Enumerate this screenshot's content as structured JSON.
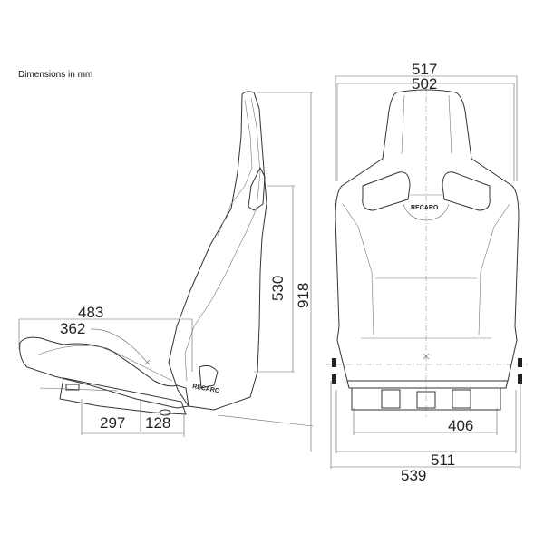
{
  "caption": "Dimensions in mm",
  "side_view": {
    "dimensions": {
      "overall_depth": "483",
      "cushion_depth": "362",
      "backrest_height": "530",
      "overall_height": "918",
      "rail_length": "297",
      "rail_offset": "128"
    },
    "brand": "RECARO"
  },
  "front_view": {
    "dimensions": {
      "shoulder_width_outer": "517",
      "shoulder_width_inner": "502",
      "mount_width": "406",
      "base_width": "511",
      "overall_width": "539"
    },
    "brand": "RECARO"
  }
}
